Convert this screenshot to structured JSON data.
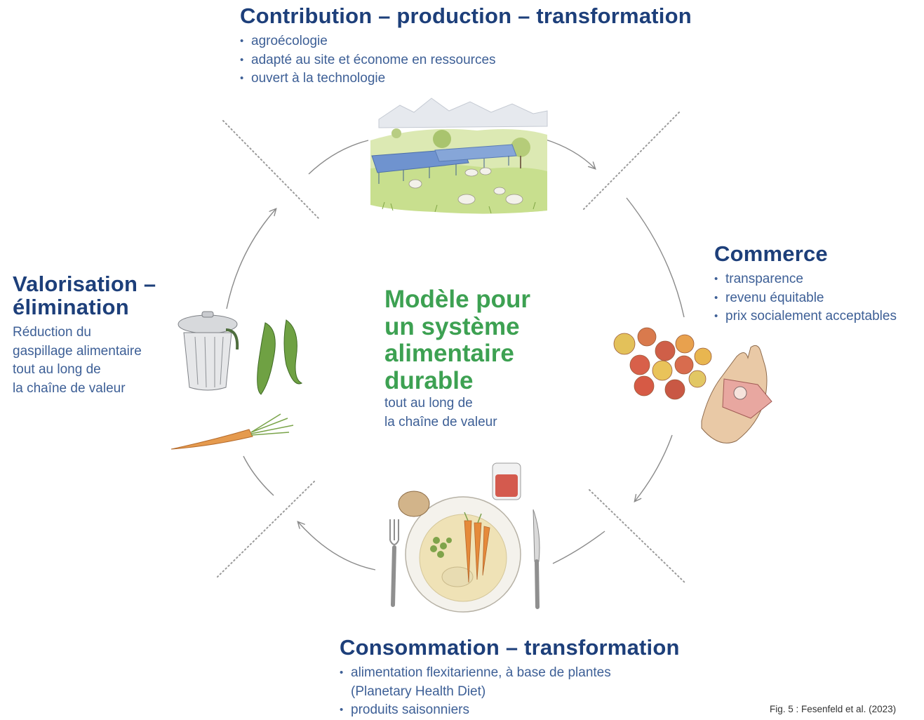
{
  "colors": {
    "heading": "#1d3f7a",
    "text": "#3d5f96",
    "center": "#3da152",
    "arrow": "#8a8a8a"
  },
  "top": {
    "title": "Contribution – production – transformation",
    "bullets": [
      "agroécologie",
      "adapté au site et économe en ressources",
      "ouvert à la technologie"
    ]
  },
  "right": {
    "title": "Commerce",
    "bullets": [
      "transparence",
      "revenu équitable",
      "prix socialement acceptables"
    ]
  },
  "bottom": {
    "title": "Consommation – transformation",
    "bullets": [
      "alimentation flexitarienne, à base de plantes (Planetary Health Diet)",
      "produits saisonniers"
    ]
  },
  "left": {
    "title_line1": "Valorisation –",
    "title_line2": "élimination",
    "text_lines": [
      "Réduction du",
      "gaspillage alimentaire",
      "tout au long de",
      "la chaîne de valeur"
    ]
  },
  "center": {
    "title_lines": [
      "Modèle pour",
      "un système",
      "alimentaire",
      "durable"
    ],
    "sub_lines": [
      "tout au long de",
      "la chaîne de valeur"
    ]
  },
  "caption": "Fig. 5 : Fesenfeld et al. (2023)",
  "illustrations": [
    "farm-solar-sheep-illustration",
    "apples-money-hand-illustration",
    "plate-meal-illustration",
    "trash-vegetables-illustration"
  ]
}
